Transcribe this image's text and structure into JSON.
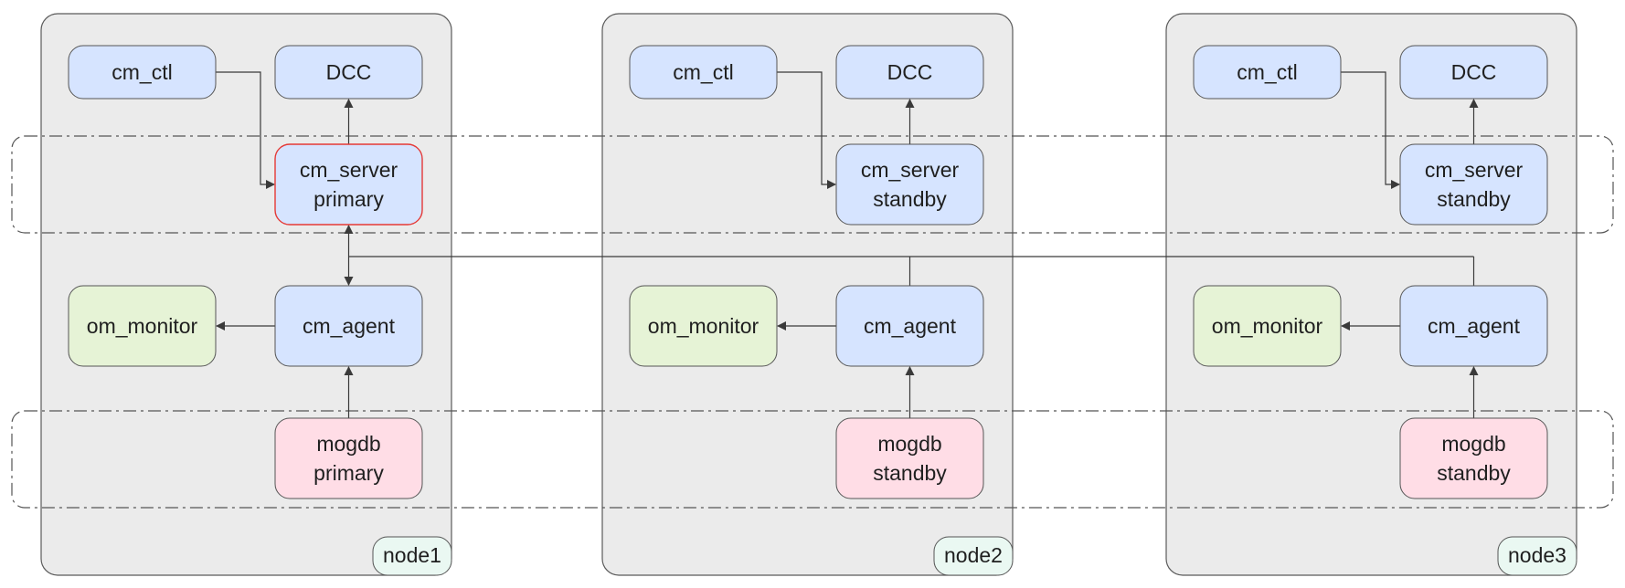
{
  "diagram": {
    "colors": {
      "node_panel": "#ebebeb",
      "blue_component": "#d6e4ff",
      "green_component": "#e6f3d6",
      "pink_component": "#ffdde6",
      "node_tag": "#eaf8f2",
      "primary_highlight": "#e53935",
      "edge": "#3a3a3a"
    },
    "nodes": [
      {
        "label": "node1",
        "components": {
          "cm_ctl": "cm_ctl",
          "dcc": "DCC",
          "cm_server": [
            "cm_server",
            "primary"
          ],
          "om_monitor": "om_monitor",
          "cm_agent": "cm_agent",
          "mogdb": [
            "mogdb",
            "primary"
          ]
        }
      },
      {
        "label": "node2",
        "components": {
          "cm_ctl": "cm_ctl",
          "dcc": "DCC",
          "cm_server": [
            "cm_server",
            "standby"
          ],
          "om_monitor": "om_monitor",
          "cm_agent": "cm_agent",
          "mogdb": [
            "mogdb",
            "standby"
          ]
        }
      },
      {
        "label": "node3",
        "components": {
          "cm_ctl": "cm_ctl",
          "dcc": "DCC",
          "cm_server": [
            "cm_server",
            "standby"
          ],
          "om_monitor": "om_monitor",
          "cm_agent": "cm_agent",
          "mogdb": [
            "mogdb",
            "standby"
          ]
        }
      }
    ]
  }
}
